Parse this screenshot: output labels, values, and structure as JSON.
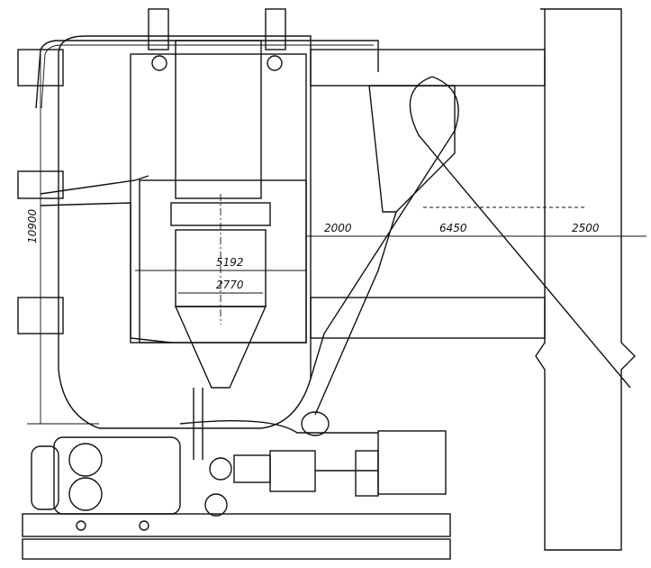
{
  "drawing": {
    "dimensions": {
      "height_total": "10900",
      "wall_gap": "2000",
      "span": "6450",
      "column": "2500",
      "outer_diameter": "5192",
      "inner_diameter": "2770"
    }
  }
}
